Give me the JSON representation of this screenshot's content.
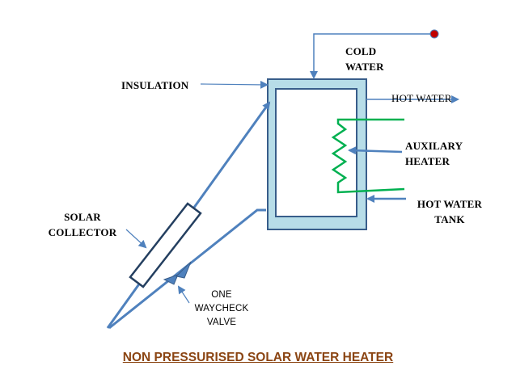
{
  "title": "NON PRESSURISED SOLAR WATER HEATER",
  "labels": {
    "cold_water": [
      "COLD",
      "WATER"
    ],
    "insulation": "INSULATION",
    "hot_water": "HOT WATER",
    "auxilary_heater": [
      "AUXILARY",
      "HEATER"
    ],
    "hot_water_tank": [
      "HOT WATER",
      "TANK"
    ],
    "solar_collector": [
      "SOLAR",
      "COLLECTOR"
    ],
    "check_valve": [
      "ONE",
      "WAYCHECK",
      "VALVE"
    ]
  },
  "colors": {
    "pipe": "#4F81BD",
    "collector": "#243F60",
    "insulation_fill": "#B7DDE8",
    "heater_coil": "#00B050",
    "inlet_dot": "#C00000",
    "title": "#8B4513"
  }
}
